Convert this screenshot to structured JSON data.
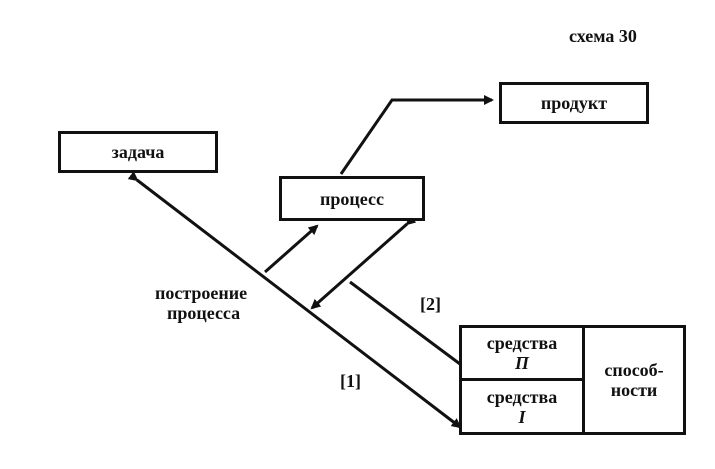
{
  "scheme": {
    "label": "схема 30"
  },
  "nodes": {
    "task": {
      "label": "задача"
    },
    "process": {
      "label": "процесс"
    },
    "product": {
      "label": "продукт"
    },
    "means_2": {
      "label": "средства",
      "index": "П"
    },
    "means_1": {
      "label": "средства",
      "index": "I"
    },
    "abilities": {
      "label_line1": "способ-",
      "label_line2": "ности"
    }
  },
  "edges": {
    "construction_label_line1": "построение",
    "construction_label_line2": "процесса",
    "marker_1": "[1]",
    "marker_2": "[2]"
  }
}
